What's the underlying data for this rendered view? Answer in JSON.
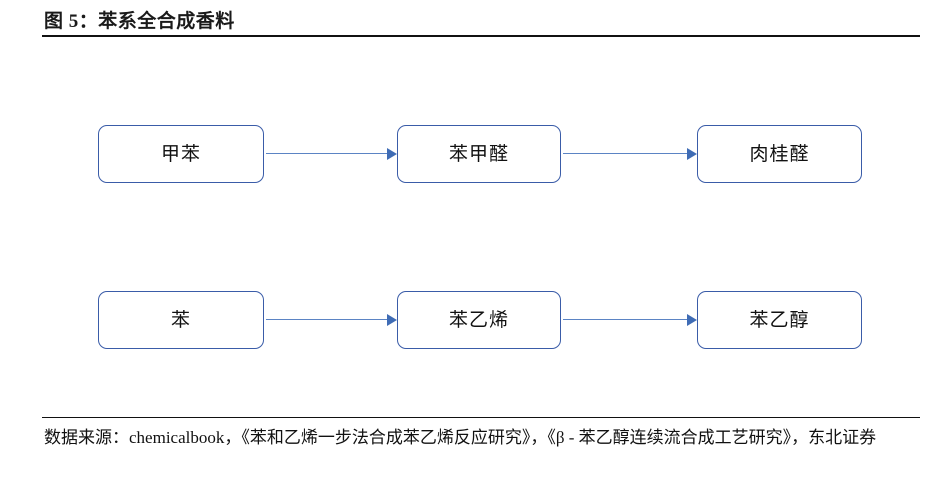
{
  "figure": {
    "title": "图 5：苯系全合成香料",
    "accent_color": "#3a5ca8",
    "arrow_color": "#5b84c4",
    "rule_color": "#111111"
  },
  "flow": {
    "rows": [
      {
        "id": "row-toluene",
        "nodes": [
          {
            "label": "甲苯"
          },
          {
            "label": "苯甲醛"
          },
          {
            "label": "肉桂醛"
          }
        ]
      },
      {
        "id": "row-benzene",
        "nodes": [
          {
            "label": "苯"
          },
          {
            "label": "苯乙烯"
          },
          {
            "label": "苯乙醇"
          }
        ]
      }
    ]
  },
  "footer": {
    "source": "数据来源：chemicalbook，《苯和乙烯一步法合成苯乙烯反应研究》，《β - 苯乙醇连续流合成工艺研究》，东北证券"
  }
}
